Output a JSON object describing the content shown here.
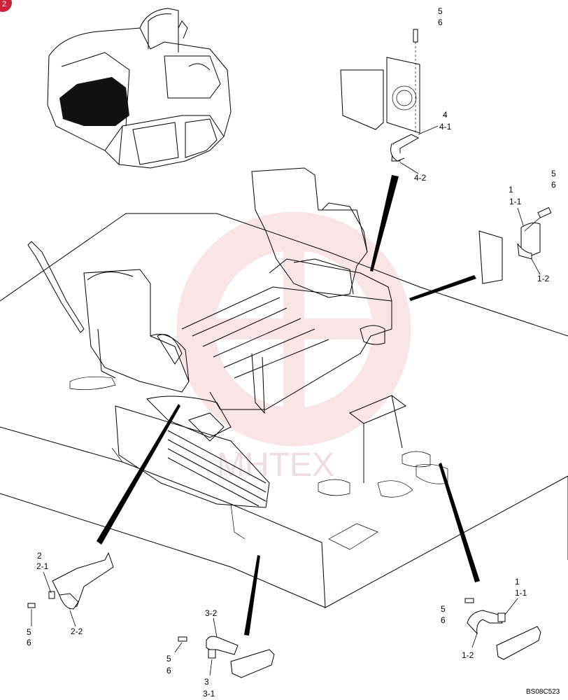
{
  "page_badge": "2",
  "watermark": "MHTEX",
  "drawing_code": "BS08C523",
  "callouts": {
    "top_center": [
      "5",
      "6",
      "4",
      "4-1",
      "4-2"
    ],
    "right": [
      "1",
      "1-1",
      "5",
      "6",
      "1-2"
    ],
    "bottom_left": [
      "2",
      "2-1",
      "5",
      "6",
      "2-2"
    ],
    "bottom_center": [
      "3-2",
      "5",
      "6",
      "3",
      "3-1"
    ],
    "bottom_right": [
      "1",
      "1-1",
      "5",
      "6",
      "1-2"
    ]
  },
  "colors": {
    "line": "#000000",
    "watermark": "#f3b6b6",
    "badge": "#d2203a"
  }
}
